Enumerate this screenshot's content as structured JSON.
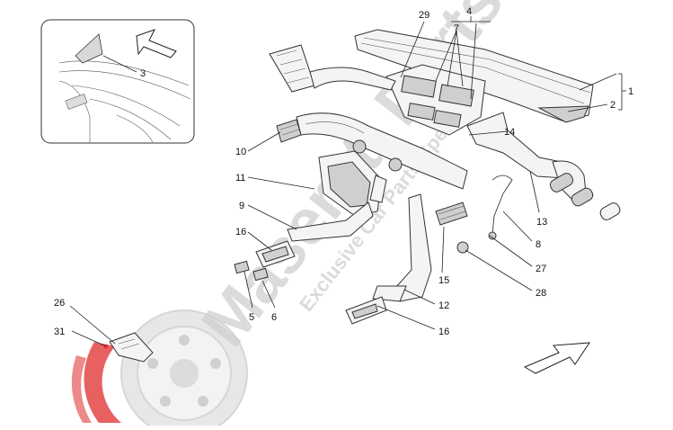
{
  "diagram": {
    "watermark_text": "Maserati Parts",
    "watermark_subtext": "Exclusive Car Parts Specialist",
    "callouts": [
      "1",
      "2",
      "3",
      "4",
      "5",
      "6",
      "7",
      "8",
      "9",
      "10",
      "11",
      "12",
      "13",
      "14",
      "15",
      "16",
      "26",
      "27",
      "28",
      "29",
      "31"
    ],
    "labels": {
      "n1": "1",
      "n2": "2",
      "n3": "3",
      "n4": "4",
      "n5": "5",
      "n6": "6",
      "n7": "7",
      "n8": "8",
      "n9": "9",
      "n10": "10",
      "n11": "11",
      "n12": "12",
      "n13": "13",
      "n14": "14",
      "n15": "15",
      "n16a": "16",
      "n16b": "16",
      "n26": "26",
      "n27": "27",
      "n28": "28",
      "n29": "29",
      "n31": "31"
    },
    "colors": {
      "watermark": "#c9c9c9",
      "brand_red": "#e23a3a",
      "line": "#222222"
    }
  }
}
